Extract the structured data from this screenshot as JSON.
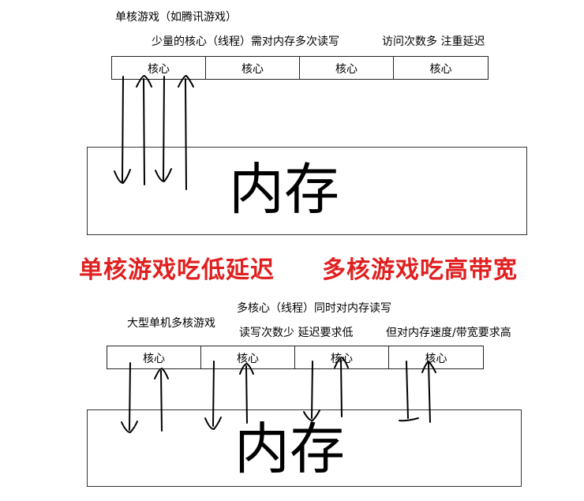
{
  "top": {
    "title": "单核游戏（如腾讯游戏）",
    "desc_1": "少量的核心（线程）需对内存多次读写",
    "desc_2": "访问次数多 注重延迟",
    "cores": [
      "核心",
      "核心",
      "核心",
      "核心"
    ],
    "memory_label": "内存"
  },
  "headline": {
    "left": "单核游戏吃低延迟",
    "right": "多核游戏吃高带宽"
  },
  "bottom": {
    "title": "大型单机多核游戏",
    "desc_1": "多核心（线程）同时对内存读写",
    "desc_2": "读写次数少 延迟要求低",
    "desc_3": "但对内存速度/带宽要求高",
    "cores": [
      "核心",
      "核心",
      "核心",
      "核心"
    ],
    "memory_label": "内存"
  },
  "colors": {
    "headline": "#e02020",
    "ink": "#000000"
  }
}
